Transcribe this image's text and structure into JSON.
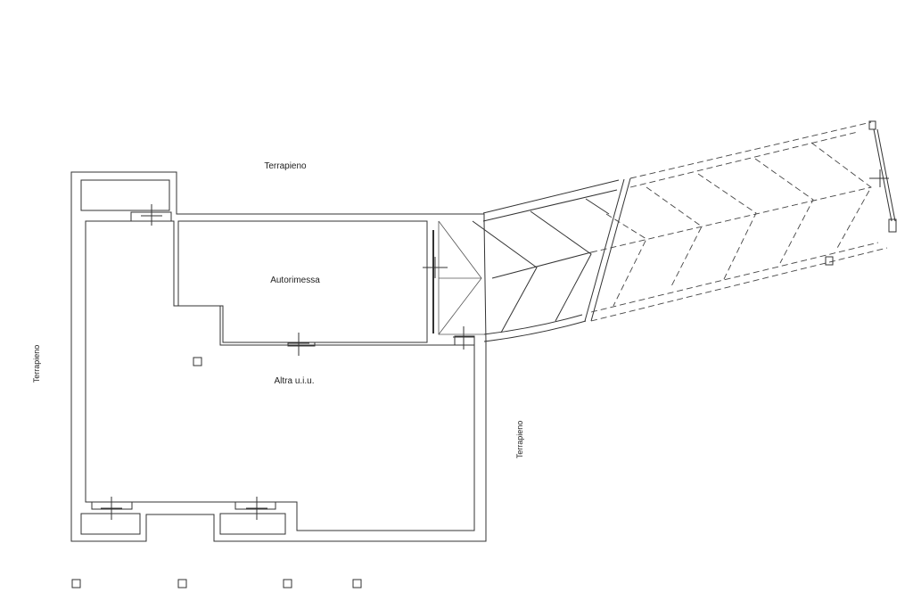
{
  "labels": {
    "top": "Terrapieno",
    "left": "Terrapieno",
    "right": "Terrapieno",
    "garage": "Autorimessa",
    "other_unit": "Altra u.i.u."
  }
}
